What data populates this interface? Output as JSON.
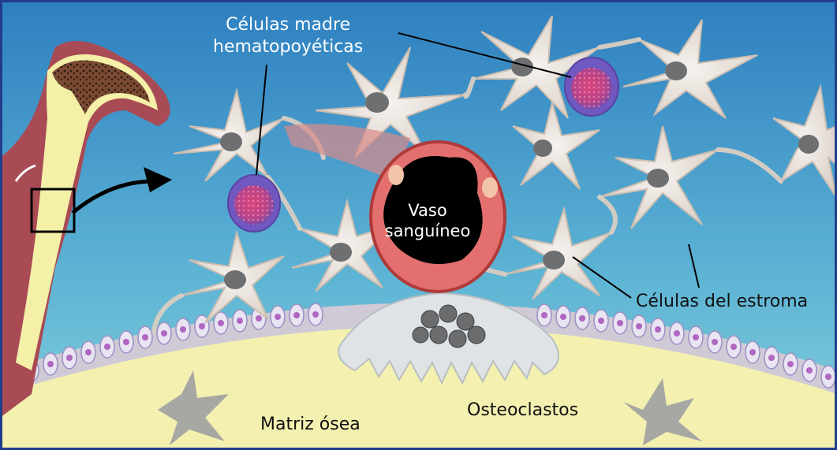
{
  "labels": {
    "stem_cells_line1": "Células madre",
    "stem_cells_line2": "hematopoyéticas",
    "vessel_line1": "Vaso",
    "vessel_line2": "sanguíneo",
    "stroma": "Células del estroma",
    "osteoclasts": "Osteoclastos",
    "bone_matrix": "Matriz ósea"
  },
  "colors": {
    "border": "#1f3d8a",
    "background_top": "#3f8fc9",
    "background_bottom": "#7ec8d6",
    "bone_matrix": "#f3f0b0",
    "stromal_cell": "#e8e0d8",
    "stem_cell": "#7d5bbd",
    "vessel_wall": "#e06c6c",
    "lumen": "#000000"
  },
  "icons": [
    "bone-icon",
    "magnify-box-icon",
    "arrow-icon"
  ]
}
